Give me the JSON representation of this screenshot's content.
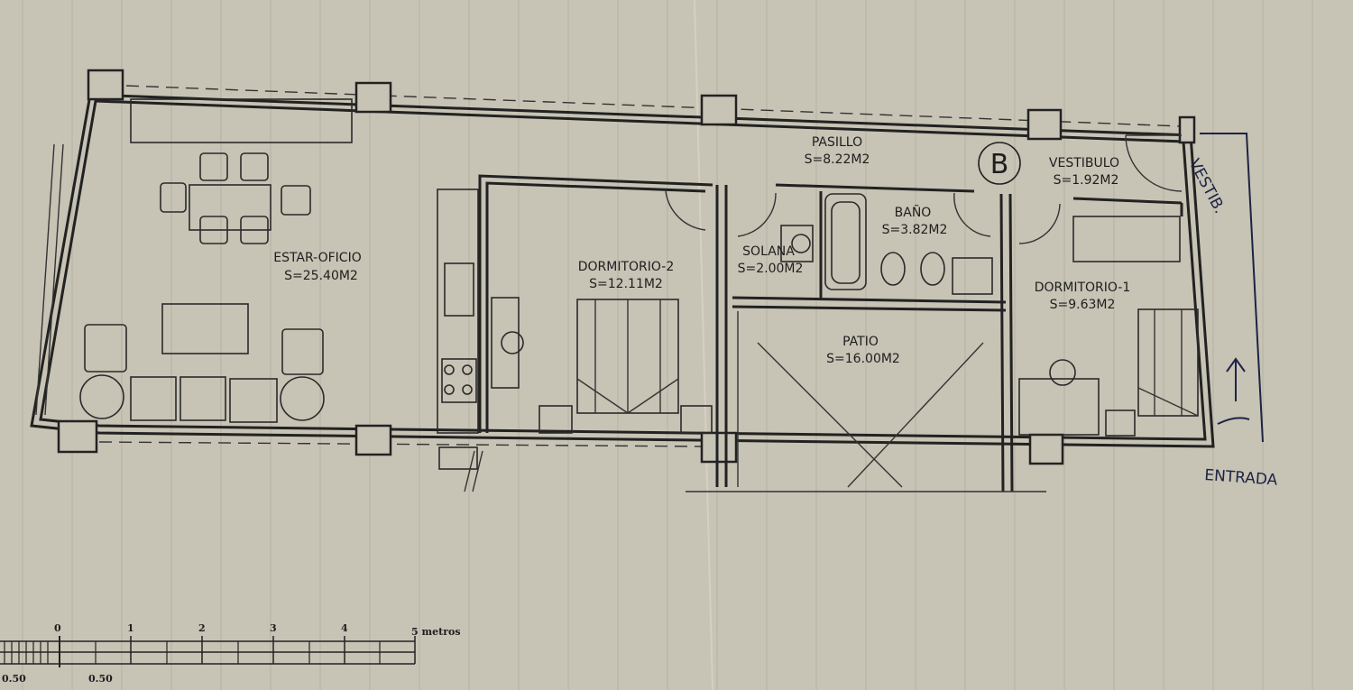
{
  "rooms": {
    "estar_oficio": {
      "name": "ESTAR-OFICIO",
      "area": "S=25.40M2"
    },
    "dormitorio_2": {
      "name": "DORMITORIO-2",
      "area": "S=12.11M2"
    },
    "pasillo": {
      "name": "PASILLO",
      "area": "S=8.22M2"
    },
    "solana": {
      "name": "SOLANA",
      "area": "S=2.00M2"
    },
    "bano": {
      "name": "BAÑO",
      "area": "S=3.82M2"
    },
    "vestibulo": {
      "name": "VESTIBULO",
      "area": "S=1.92M2"
    },
    "patio": {
      "name": "PATIO",
      "area": "S=16.00M2"
    },
    "dormitorio_1": {
      "name": "DORMITORIO-1",
      "area": "S=9.63M2"
    }
  },
  "unit_marker": "B",
  "handwritten": {
    "vestidor": "VESTIB.",
    "entrada": "ENTRADA"
  },
  "scale": {
    "ticks": [
      "0",
      "1",
      "2",
      "3",
      "4",
      "5 metros"
    ],
    "sub_labels": [
      "0.50",
      "0.50"
    ]
  }
}
